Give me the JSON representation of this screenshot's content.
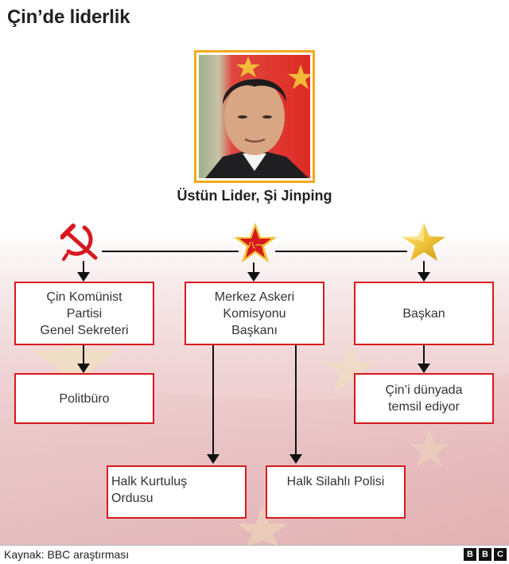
{
  "title": "Çin’de liderlik",
  "leader": {
    "label": "Üstün Lider, Şi Jinping",
    "frame_color": "#f4a81c"
  },
  "icons": {
    "party": "hammer-and-sickle-icon",
    "military": "pla-star-icon",
    "state": "gold-star-icon"
  },
  "branches": {
    "party": {
      "label": "Çin Komünist Partisi Genel Sekreteri",
      "lines": [
        "Çin Komünist",
        "Partisi",
        "Genel Sekreteri"
      ],
      "child": "Politbüro"
    },
    "military": {
      "lines": [
        "Merkez Askeri",
        "Komisyonu",
        "Başkanı"
      ],
      "children": [
        {
          "lines": [
            "Halk Kurtuluş",
            "Ordusu"
          ]
        },
        {
          "lines": [
            "Halk Silahlı Polisi"
          ]
        }
      ]
    },
    "state": {
      "label": "Başkan",
      "child_lines": [
        "Çin’i dünyada",
        "temsil ediyor"
      ]
    }
  },
  "colors": {
    "box_border": "#d7191f",
    "connector": "#111111",
    "star_gold": "#f2c232",
    "flag_red": "#de2b23"
  },
  "footer": {
    "source": "Kaynak: BBC araştırması",
    "logo_letters": [
      "B",
      "B",
      "C"
    ]
  }
}
